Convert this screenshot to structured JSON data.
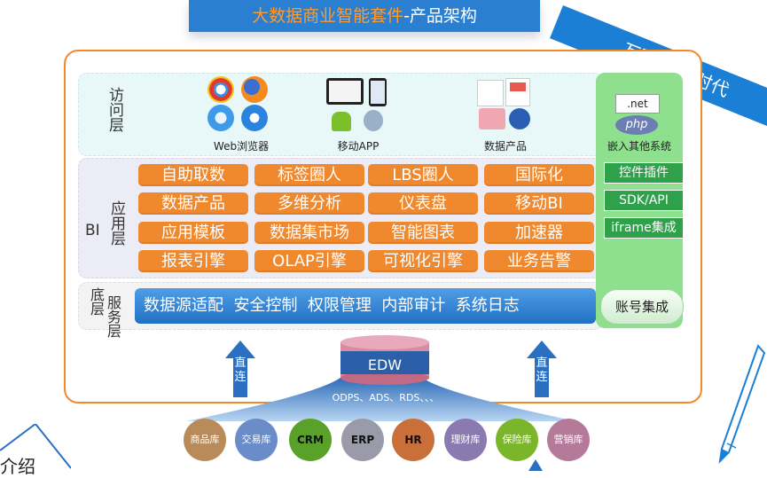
{
  "title": {
    "main": "大数据商业智能套件",
    "sub": "-产品架构"
  },
  "ribbon": "互联网DT时代",
  "layers": {
    "access": "访问层",
    "bi_prefix": "BI",
    "app": "应用层",
    "base_a": "底层",
    "base_b": "服务层"
  },
  "access_items": {
    "web": "Web浏览器",
    "mobile": "移动APP",
    "data": "数据产品",
    "embed": "嵌入其他系统"
  },
  "embed_logos": {
    "net": ".net",
    "php": "php"
  },
  "app_buttons": [
    "自助取数",
    "标签圈人",
    "LBS圈人",
    "国际化",
    "数据产品",
    "多维分析",
    "仪表盘",
    "移动BI",
    "应用模板",
    "数据集市场",
    "智能图表",
    "加速器",
    "报表引擎",
    "OLAP引擎",
    "可视化引擎",
    "业务告警"
  ],
  "green_buttons": [
    "控件插件",
    "SDK/API",
    "iframe集成"
  ],
  "base_bar": "数据源适配  安全控制  权限管理  内部审计  系统日志",
  "account": "账号集成",
  "direct_link": "直连",
  "edw": "EDW",
  "sources": "ODPS、ADS、RDS、、、",
  "databases": [
    "商品库",
    "交易库",
    "CRM",
    "ERP",
    "HR",
    "理财库",
    "保险库",
    "营销库"
  ],
  "bottom_left": "介绍",
  "colors": {
    "orange": "#f0882e",
    "blue": "#2b7fd1",
    "green": "#2ea14a"
  }
}
